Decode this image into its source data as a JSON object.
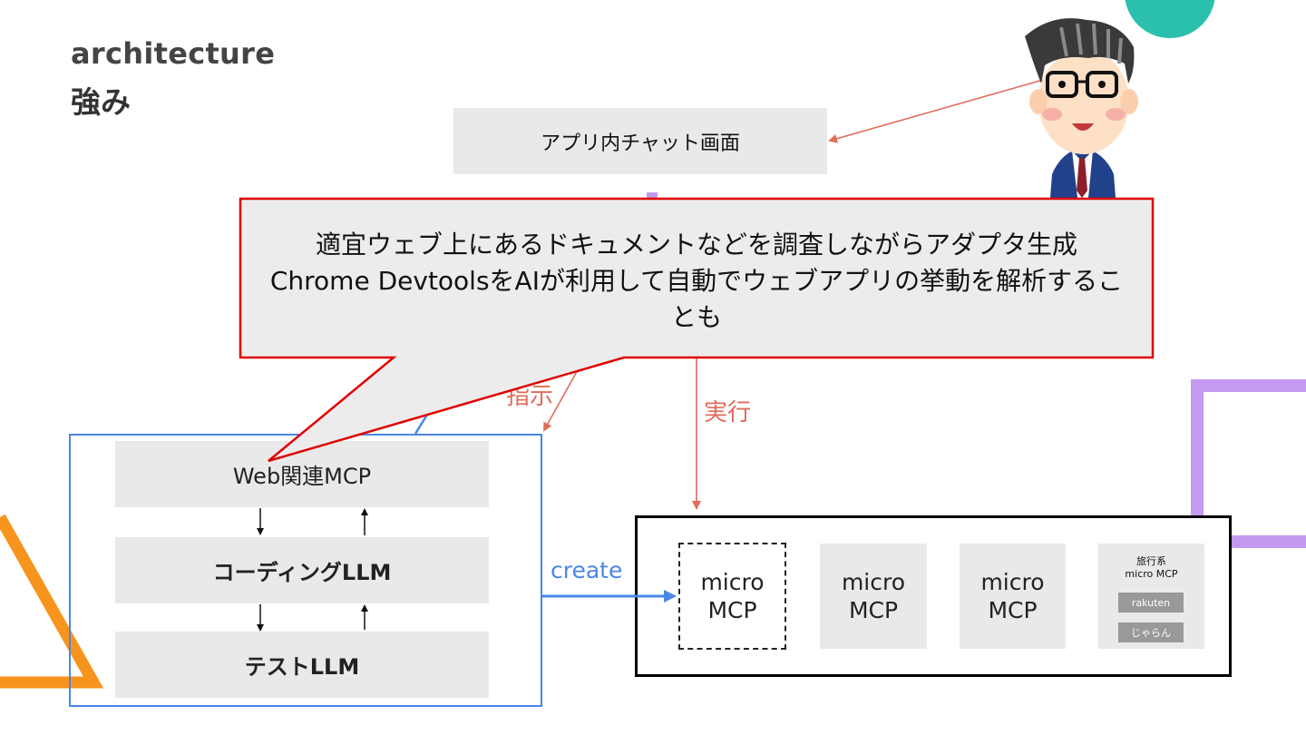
{
  "title": {
    "line1": "architecture",
    "line2": "強み"
  },
  "chat_screen": {
    "label": "アプリ内チャット画面"
  },
  "labels": {
    "instruct": "指示",
    "execute": "実行",
    "create": "create"
  },
  "mcp_stack": {
    "web_mcp": "Web関連MCP",
    "coding_llm": "コーディングLLM",
    "test_llm": "テストLLM"
  },
  "micro_mcps": [
    {
      "line1": "micro",
      "line2": "MCP"
    },
    {
      "line1": "micro",
      "line2": "MCP"
    },
    {
      "line1": "micro",
      "line2": "MCP"
    }
  ],
  "travel_mcp": {
    "line1": "旅行系",
    "line2": "micro MCP",
    "items": [
      "rakuten",
      "じゃらん"
    ]
  },
  "callout": {
    "line1": "適宜ウェブ上にあるドキュメントなどを調査しながらアダプタ生成",
    "line2": "Chrome DevtoolsをAIが利用して自動でウェブアプリの挙動を解析するこ",
    "line3": "とも"
  },
  "colors": {
    "teal": "#2bbfae",
    "purple": "#c39af0",
    "orange": "#f7941d",
    "blue": "#4a86e8",
    "red": "#e00000",
    "salmon": "#e06c5a"
  },
  "icons": [
    "person-illustration",
    "teal-circle-decoration",
    "purple-bracket-decoration",
    "orange-triangle-decoration"
  ]
}
